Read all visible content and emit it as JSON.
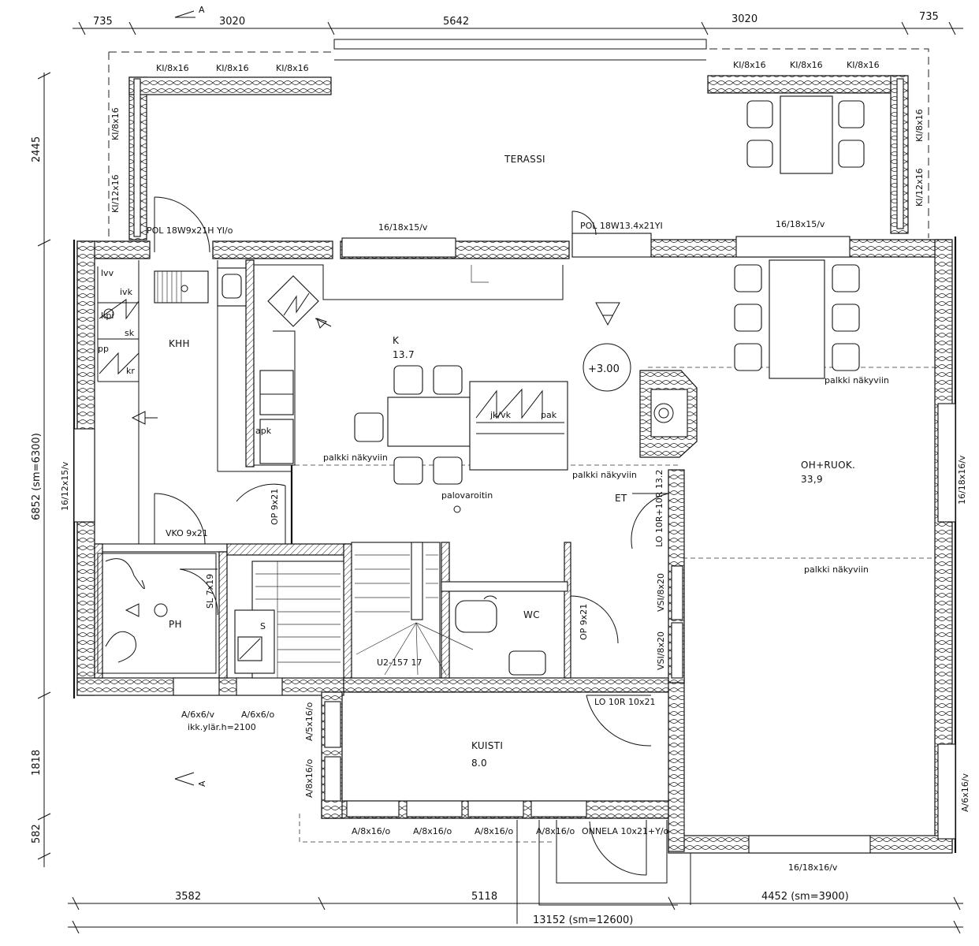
{
  "dimensions": {
    "top": [
      "735",
      "3020",
      "5642",
      "3020",
      "735"
    ],
    "bottom_inner": [
      "3582",
      "5118",
      "4452 (sm=3900)"
    ],
    "bottom_total": "13152 (sm=12600)",
    "left": [
      "2445",
      "6852 (sm=6300)",
      "1818",
      "582"
    ]
  },
  "section_marks": [
    "A",
    "A"
  ],
  "rooms": {
    "terassi": "TERASSI",
    "khh": "KHH",
    "k": "K",
    "k_area": "13.7",
    "oh_ruok": "OH+RUOK.",
    "oh_area": "33,9",
    "et": "ET",
    "ph": "PH",
    "wc": "WC",
    "kuisti": "KUISTI",
    "kuisti_area": "8.0"
  },
  "level_marker": "+3.00",
  "labels": {
    "stair": "U2-157  17",
    "s": "S",
    "jk_vk": "jk/vk",
    "pak": "pak",
    "apk": "apk",
    "lvv": "lvv",
    "ivk": "ivk",
    "kpi": "kpi",
    "sk": "sk",
    "pp": "pp",
    "kr": "kr",
    "palovaroitin": "palovaroitin",
    "beam1": "palkki näkyviin",
    "beam2": "palkki näkyviin",
    "beam3": "palkki näkyviin",
    "beam4": "palkki näkyviin"
  },
  "windows": {
    "ki_top_1": "KI/8x16",
    "ki_top_2": "KI/8x16",
    "ki_top_3": "KI/8x16",
    "ki_top_4": "KI/8x16",
    "ki_top_5": "KI/8x16",
    "ki_top_6": "KI/8x16",
    "ki_left_1": "KI/8x16",
    "ki_left_2": "KI/12x16",
    "ki_right_1": "KI/8x16",
    "ki_right_2": "KI/12x16",
    "w_16_18_1": "16/18x15/v",
    "w_16_18_2": "16/18x15/v",
    "w_left": "16/12x15/v",
    "w_right": "16/18x16/v",
    "w_right_low": "A/6x16/v",
    "w_bottom_right": "16/18x16/v",
    "w_a6_1": "A/6x6/v",
    "w_a6_2": "A/6x6/o",
    "ikk": "ikk.ylär.h=2100",
    "a5": "A/5x16/o",
    "a8_left": "A/8x16/o",
    "a8_1": "A/8x16/o",
    "a8_2": "A/8x16/o",
    "a8_3": "A/8x16/o",
    "a8_4": "A/8x16/o",
    "vsi_1": "VSI/8x20",
    "vsi_2": "VSI/8x20"
  },
  "doors": {
    "pol_left": "POL 18W9x21H YI/o",
    "pol_mid": "POL 18W13.4x21YI",
    "vko": "VKO 9x21",
    "op_1": "OP 9x21",
    "op_2": "OP 9x21",
    "sl": "SL 7x19",
    "lo_1": "LO 10R+10R 13.2",
    "lo_2": "LO 10R 10x21",
    "ulko": "ONNELA 10x21+Y/o"
  }
}
